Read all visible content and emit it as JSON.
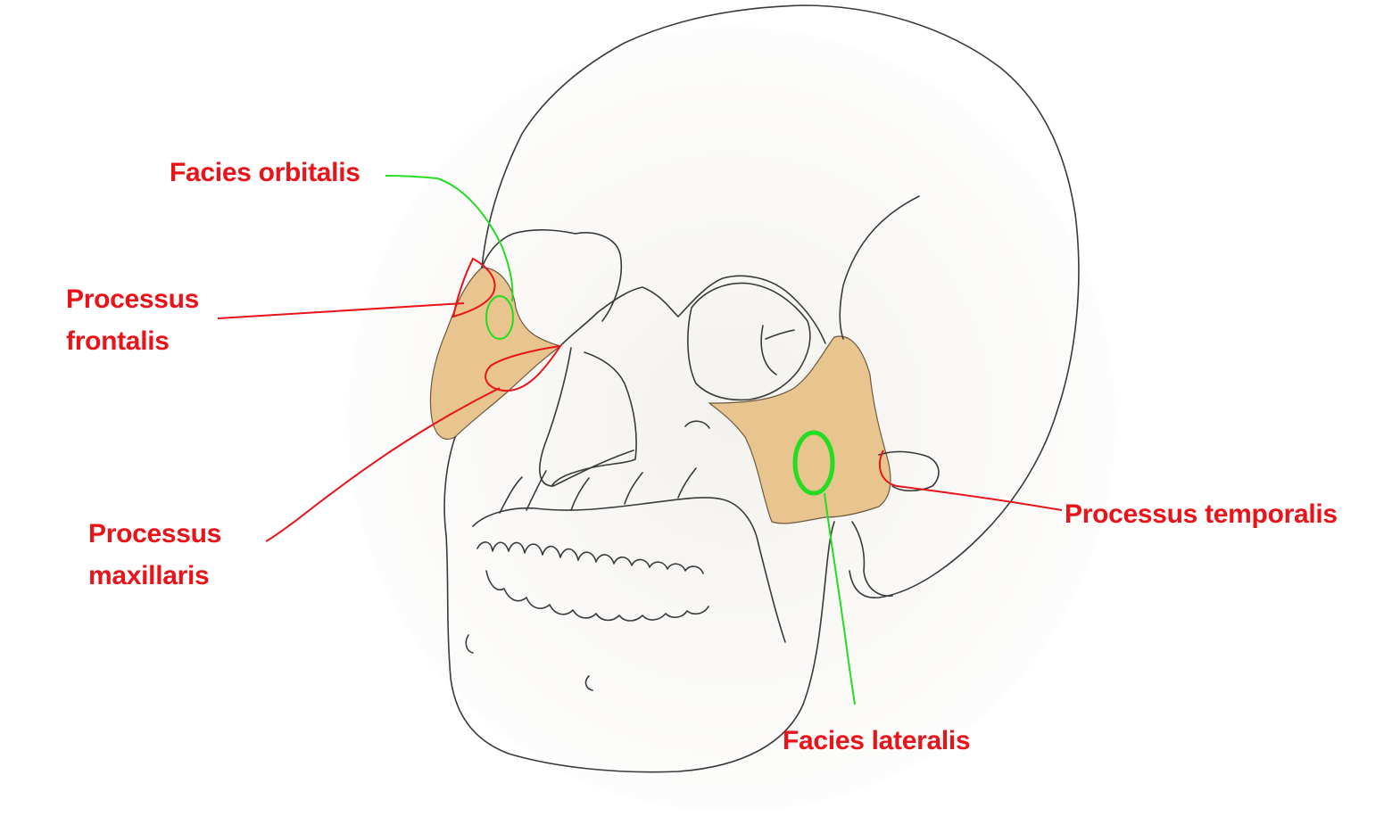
{
  "labels": {
    "facies_orbitalis": "Facies orbitalis",
    "processus_frontalis": [
      "Processus",
      "frontalis"
    ],
    "processus_maxillaris": [
      "Processus",
      "maxillaris"
    ],
    "processus_temporalis": "Processus temporalis",
    "facies_lateralis": "Facies lateralis"
  },
  "colors": {
    "label_text": "#e8141a",
    "red_pointer": "#e8141a",
    "green_pointer": "#22dd22",
    "zygomatic_bone_fill": "#e8c48e",
    "outline": "#3a3a3a",
    "background": "#ffffff"
  }
}
